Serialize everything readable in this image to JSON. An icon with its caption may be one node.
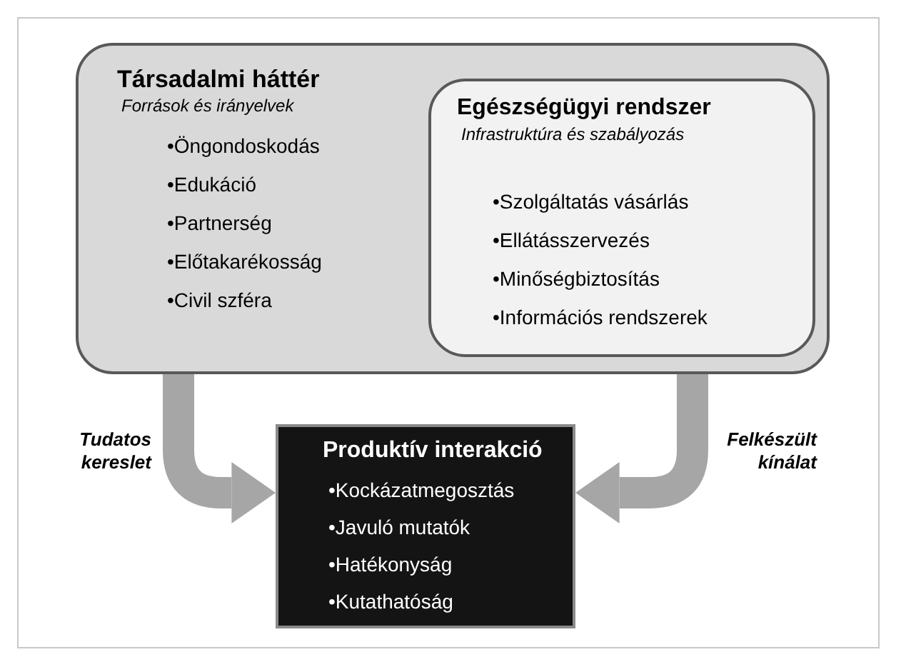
{
  "diagram": {
    "nodes": [
      {
        "text": [
          "Társadalmi háttér",
          "Források és irányelvek",
          "•Öngondoskodás",
          "•Edukáció",
          "•Partnerség",
          "•Előtakarékosság",
          "•Civil szféra"
        ]
      },
      {
        "text": [
          "Egészségügyi rendszer",
          "Infrastruktúra és szabályozás",
          "•Szolgáltatás vásárlás",
          "•Ellátásszervezés",
          "•Minőségbiztosítás",
          "•Információs rendszerek"
        ],
        "in": 0
      },
      {
        "text": [
          "Produktív interakció",
          "•Kockázatmegosztás",
          "•Javuló mutatók",
          "•Hatékonyság",
          "•Kutathatóság"
        ]
      }
    ],
    "edges": [
      {
        "from": 0,
        "to": 2,
        "arrow": "to",
        "label": "Tudatos kereslet"
      },
      {
        "from": 1,
        "to": 2,
        "arrow": "to",
        "label": "Felkészült kínálat"
      }
    ]
  }
}
